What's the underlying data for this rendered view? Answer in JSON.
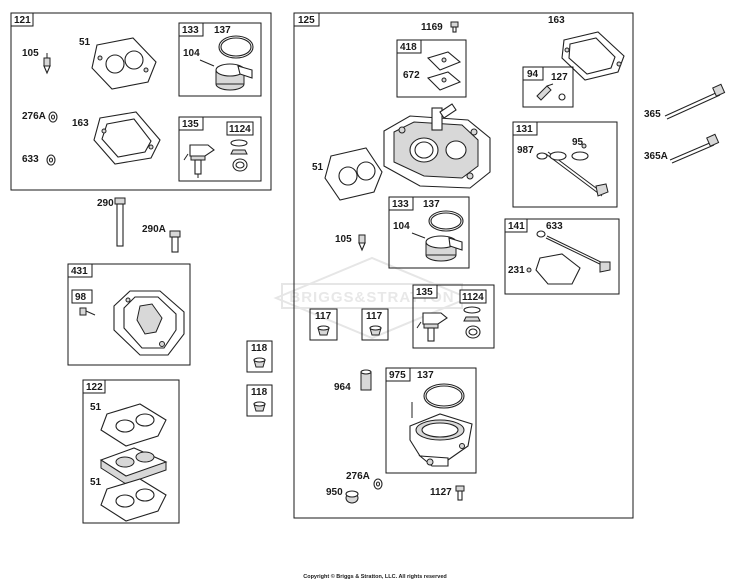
{
  "labels": {
    "g121": "121",
    "n105a": "105",
    "n51a": "51",
    "g133a": "133",
    "n137a": "137",
    "n104a": "104",
    "n276Aa": "276A",
    "n163a": "163",
    "g135a": "135",
    "g1124a": "1124",
    "n633a": "633",
    "n290": "290",
    "n290A": "290A",
    "g431": "431",
    "g98": "98",
    "g118a": "118",
    "g118b": "118",
    "g122": "122",
    "n51b": "51",
    "n51c": "51",
    "g125": "125",
    "n1169": "1169",
    "n163b": "163",
    "g418": "418",
    "n672": "672",
    "g94": "94",
    "n127": "127",
    "n365": "365",
    "n365A": "365A",
    "n51d": "51",
    "g131": "131",
    "n95": "95",
    "n987": "987",
    "g133b": "133",
    "n137b": "137",
    "n104b": "104",
    "n105b": "105",
    "g141": "141",
    "n633b": "633",
    "n231": "231",
    "g117a": "117",
    "g117b": "117",
    "g135b": "135",
    "g1124b": "1124",
    "n964": "964",
    "g975": "975",
    "n137c": "137",
    "n276Ab": "276A",
    "n950": "950",
    "n1127": "1127"
  },
  "watermark": "BRIGGS&STRATTON",
  "copyright": "Copyright © Briggs & Stratton, LLC. All rights reserved"
}
